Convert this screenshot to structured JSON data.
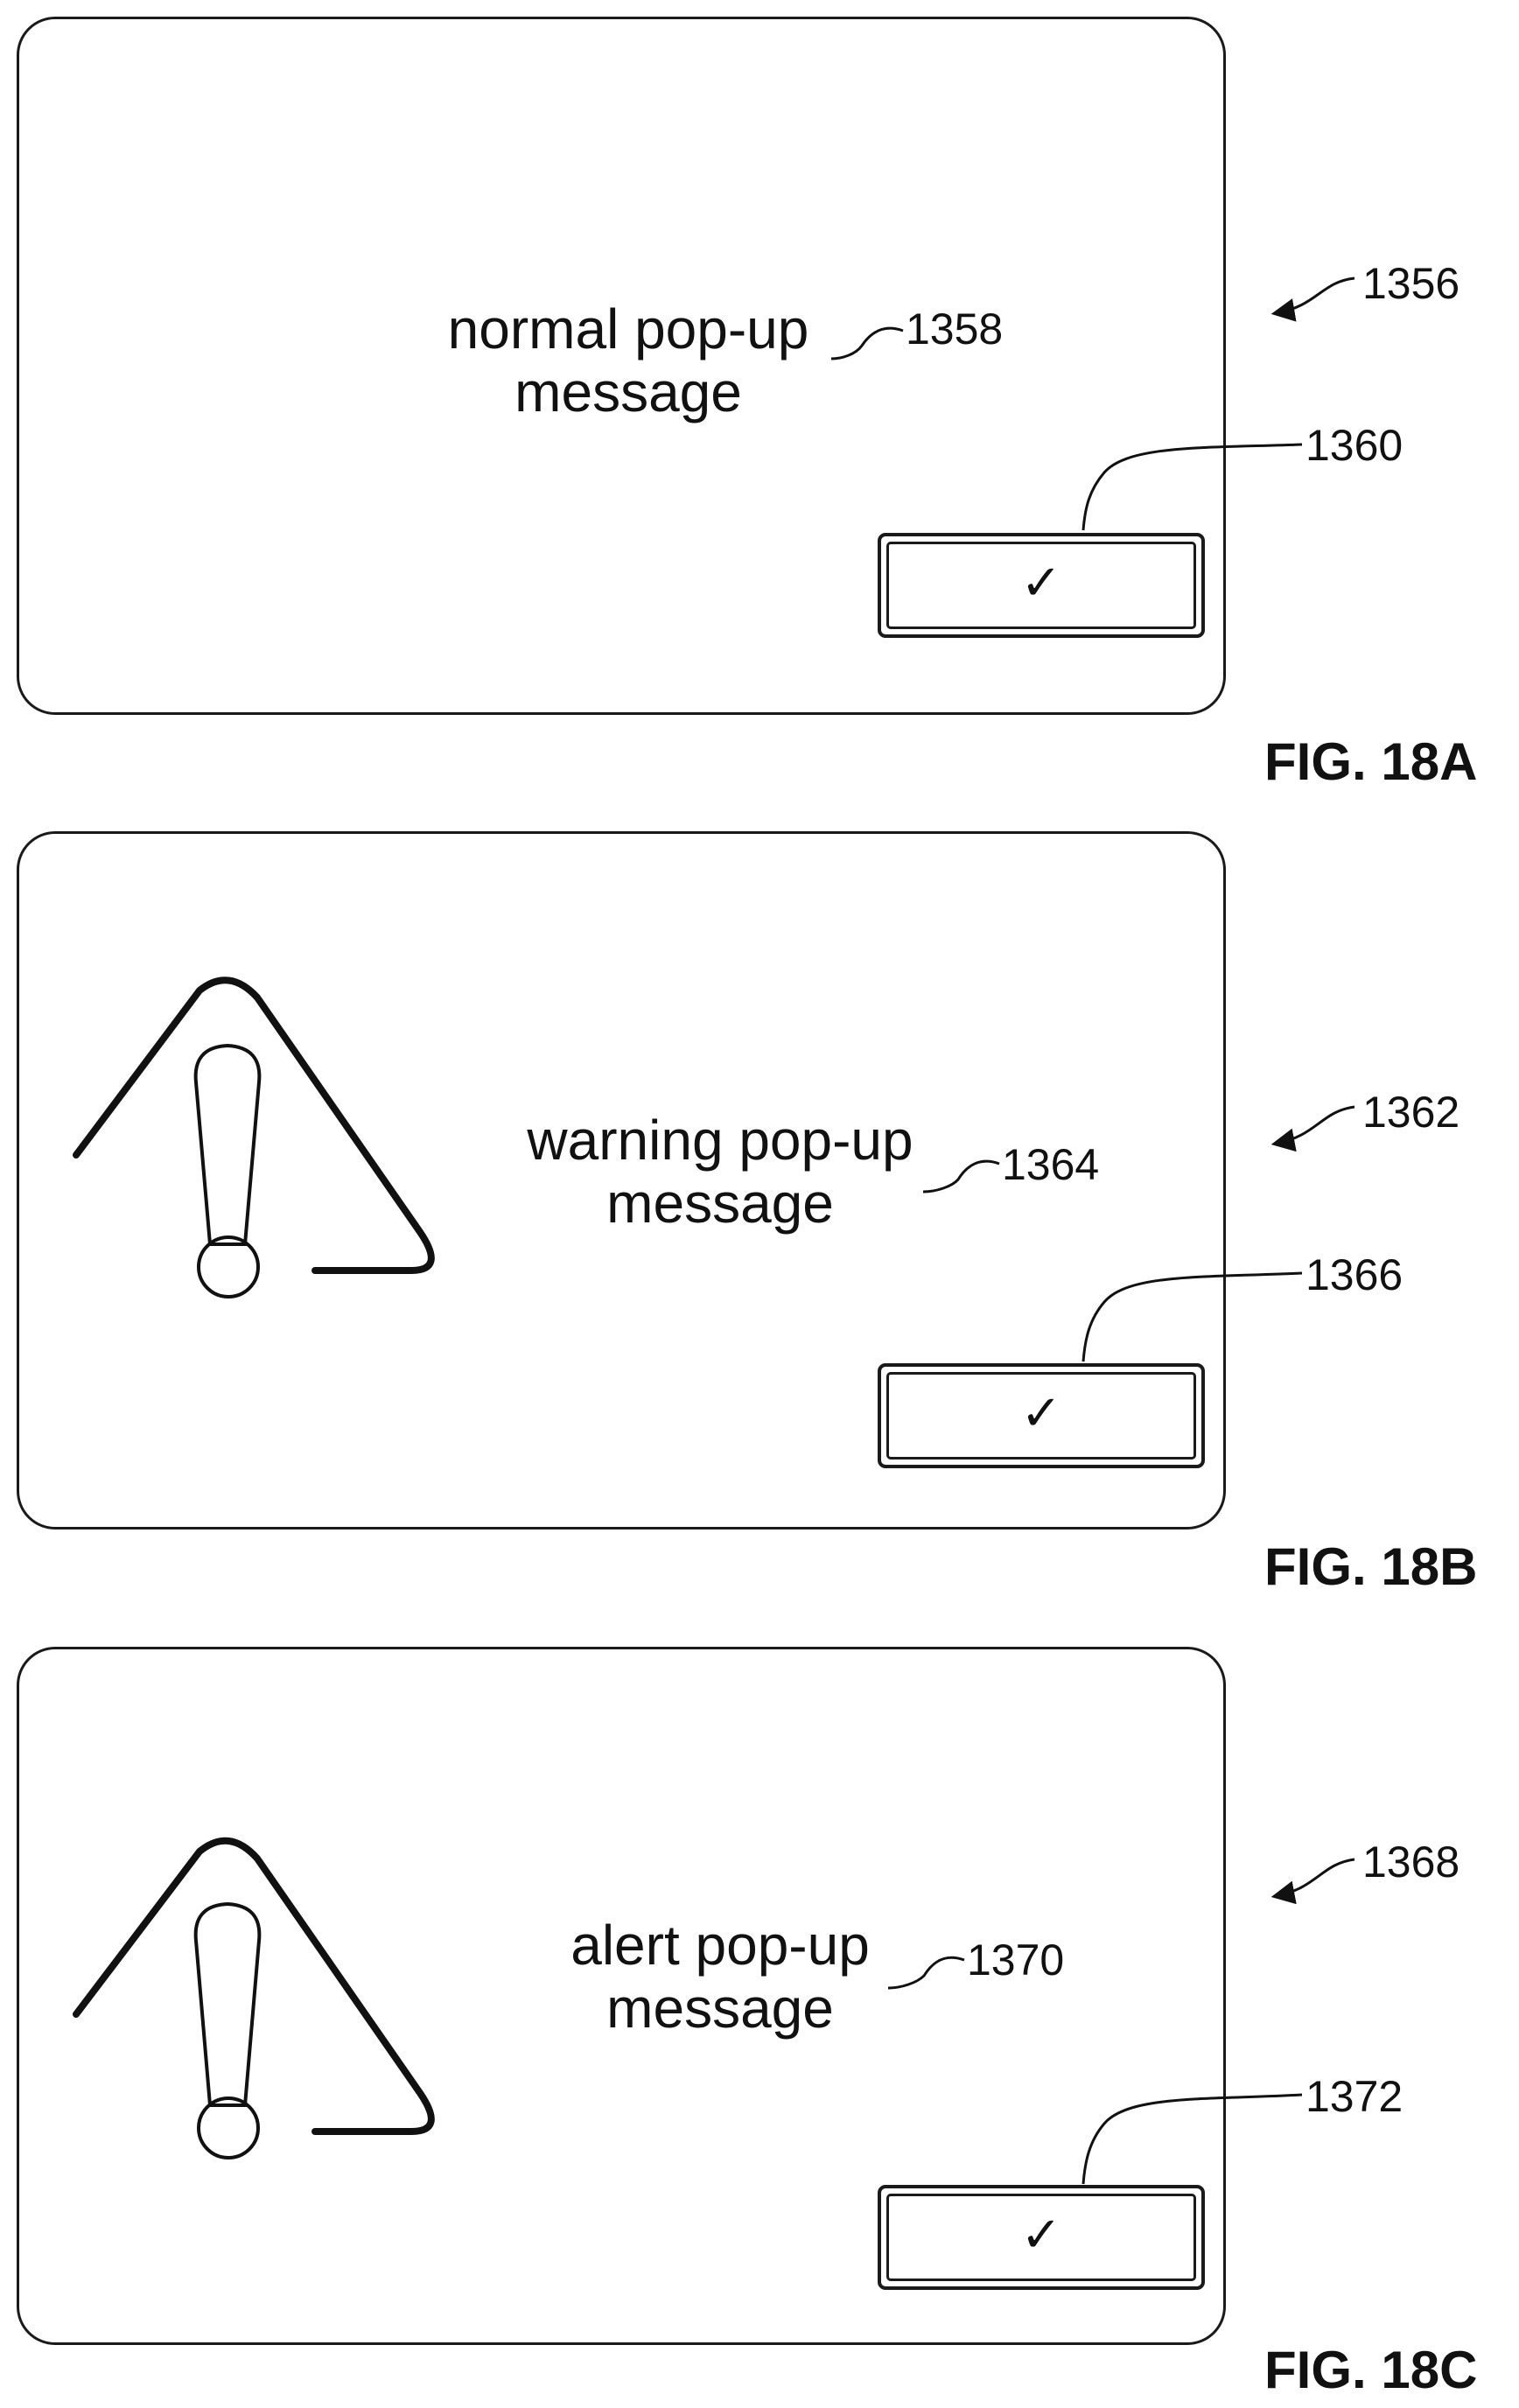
{
  "figures": [
    {
      "id": "18A",
      "figure_label": "FIG. 18A",
      "dialog_ref": "1356",
      "message": "normal pop-up\nmessage",
      "message_ref": "1358",
      "button_ref": "1360",
      "button_icon": "checkmark-icon",
      "button_glyph": "✓",
      "has_warning_icon": false
    },
    {
      "id": "18B",
      "figure_label": "FIG. 18B",
      "dialog_ref": "1362",
      "message": "warning pop-up\nmessage",
      "message_ref": "1364",
      "button_ref": "1366",
      "button_icon": "checkmark-icon",
      "button_glyph": "✓",
      "has_warning_icon": true,
      "warning_icon": "warning-triangle-icon"
    },
    {
      "id": "18C",
      "figure_label": "FIG. 18C",
      "dialog_ref": "1368",
      "message": "alert pop-up\nmessage",
      "message_ref": "1370",
      "button_ref": "1372",
      "button_icon": "checkmark-icon",
      "button_glyph": "✓",
      "has_warning_icon": true,
      "warning_icon": "warning-triangle-icon"
    }
  ]
}
